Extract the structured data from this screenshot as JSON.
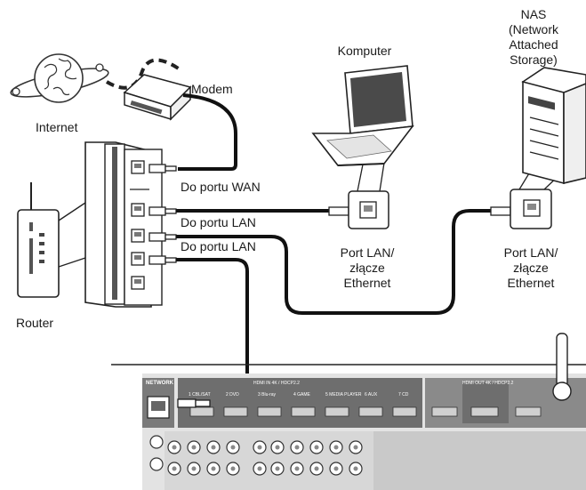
{
  "labels": {
    "internet": "Internet",
    "modem": "Modem",
    "router": "Router",
    "wan": "Do portu WAN",
    "lan1": "Do portu LAN",
    "lan2": "Do portu LAN",
    "computer": "Komputer",
    "nas": [
      "NAS",
      "(Network Attached",
      "Storage)"
    ],
    "port_computer": [
      "Port LAN/",
      "złącze",
      "Ethernet"
    ],
    "port_nas": [
      "Port LAN/",
      "złącze",
      "Ethernet"
    ],
    "network": "NETWORK"
  }
}
